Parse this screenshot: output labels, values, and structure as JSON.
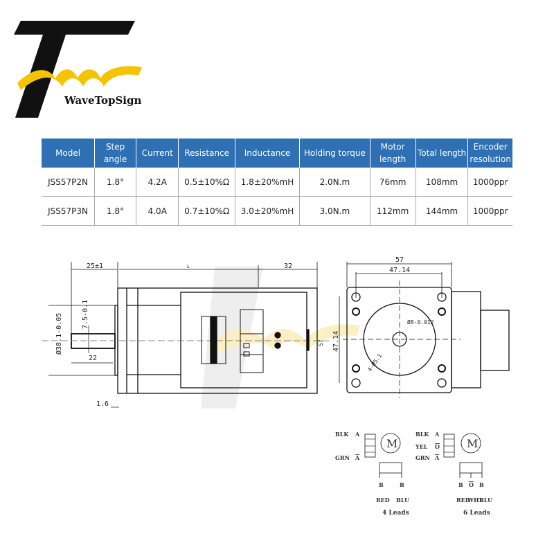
{
  "brand": {
    "name": "WaveTopSign",
    "accent": "#f5c400"
  },
  "table": {
    "header_color": "#2f6fb3",
    "headers": [
      "Model",
      "Step\nangle",
      "Current",
      "Resistance",
      "Inductance",
      "Holding torque",
      "Motor\nlength",
      "Total length",
      "Encoder\nresolution"
    ],
    "rows": [
      [
        "JSS57P2N",
        "1.8°",
        "4.2A",
        "0.5±10%Ω",
        "1.8±20%mH",
        "2.0N.m",
        "76mm",
        "108mm",
        "1000ppr"
      ],
      [
        "JSS57P3N",
        "1.8°",
        "4.0A",
        "0.7±10%Ω",
        "3.0±20%mH",
        "3.0N.m",
        "112mm",
        "144mm",
        "1000ppr"
      ]
    ]
  },
  "side_view": {
    "dim_shaft_len": "25±1",
    "dim_body": "L",
    "dim_encoder": "32",
    "dim_shaft_dia": "Ø38.1-0.05",
    "dim_flat": "7.5-0.1",
    "dim_22": "22",
    "dim_flange": "1.6",
    "dim_height": "57"
  },
  "front_view": {
    "dim_width": "57",
    "dim_hole_spacing": "47.14",
    "dim_hole_spacing_v": "47.14",
    "dim_shaft": "Ø8-0.012",
    "dim_holes": "4-Ø5.1"
  },
  "wiring": {
    "four": {
      "blk": "BLK",
      "grn": "GRN",
      "a": "A",
      "abar": "A",
      "b": "B",
      "bbar": "B",
      "red": "RED",
      "blu": "BLU",
      "m": "M",
      "caption": "4 Leads"
    },
    "six": {
      "blk": "BLK",
      "yel": "YEL",
      "grn": "GRN",
      "a": "A",
      "o": "O",
      "abar": "A",
      "b": "B",
      "obar": "O",
      "bbar": "B",
      "red": "RED",
      "wht": "WHT",
      "blu": "BLU",
      "m": "M",
      "caption": "6 Leads"
    }
  }
}
